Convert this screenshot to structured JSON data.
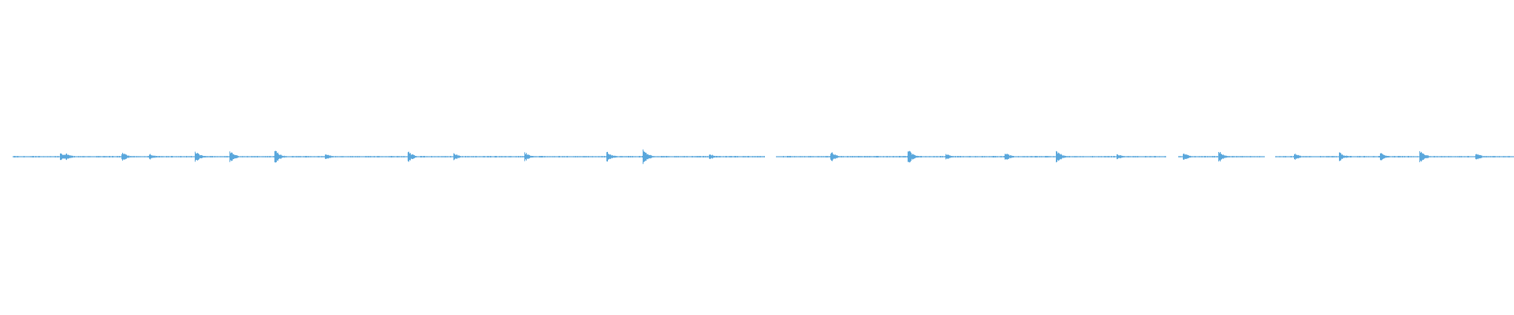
{
  "waveform": {
    "color": "#5aa7dc",
    "baseline_amplitude": 0.004,
    "peak_events": [
      {
        "time": 0.04,
        "amp": 0.03
      },
      {
        "time": 0.044,
        "amp": 0.022
      },
      {
        "time": 0.081,
        "amp": 0.03
      },
      {
        "time": 0.099,
        "amp": 0.02
      },
      {
        "time": 0.129,
        "amp": 0.04
      },
      {
        "time": 0.152,
        "amp": 0.04
      },
      {
        "time": 0.182,
        "amp": 0.045
      },
      {
        "time": 0.215,
        "amp": 0.025
      },
      {
        "time": 0.27,
        "amp": 0.035
      },
      {
        "time": 0.3,
        "amp": 0.025
      },
      {
        "time": 0.347,
        "amp": 0.03
      },
      {
        "time": 0.401,
        "amp": 0.035
      },
      {
        "time": 0.425,
        "amp": 0.05
      },
      {
        "time": 0.469,
        "amp": 0.02
      },
      {
        "time": 0.549,
        "amp": 0.035
      },
      {
        "time": 0.6,
        "amp": 0.05
      },
      {
        "time": 0.625,
        "amp": 0.02
      },
      {
        "time": 0.664,
        "amp": 0.03
      },
      {
        "time": 0.698,
        "amp": 0.045
      },
      {
        "time": 0.738,
        "amp": 0.02
      },
      {
        "time": 0.782,
        "amp": 0.025
      },
      {
        "time": 0.805,
        "amp": 0.045
      },
      {
        "time": 0.855,
        "amp": 0.025
      },
      {
        "time": 0.885,
        "amp": 0.03
      },
      {
        "time": 0.912,
        "amp": 0.03
      },
      {
        "time": 0.938,
        "amp": 0.045
      },
      {
        "time": 0.975,
        "amp": 0.025
      }
    ],
    "gaps": [
      [
        0.0,
        0.008
      ],
      [
        0.505,
        0.512
      ],
      [
        0.77,
        0.778
      ],
      [
        0.835,
        0.842
      ]
    ]
  }
}
